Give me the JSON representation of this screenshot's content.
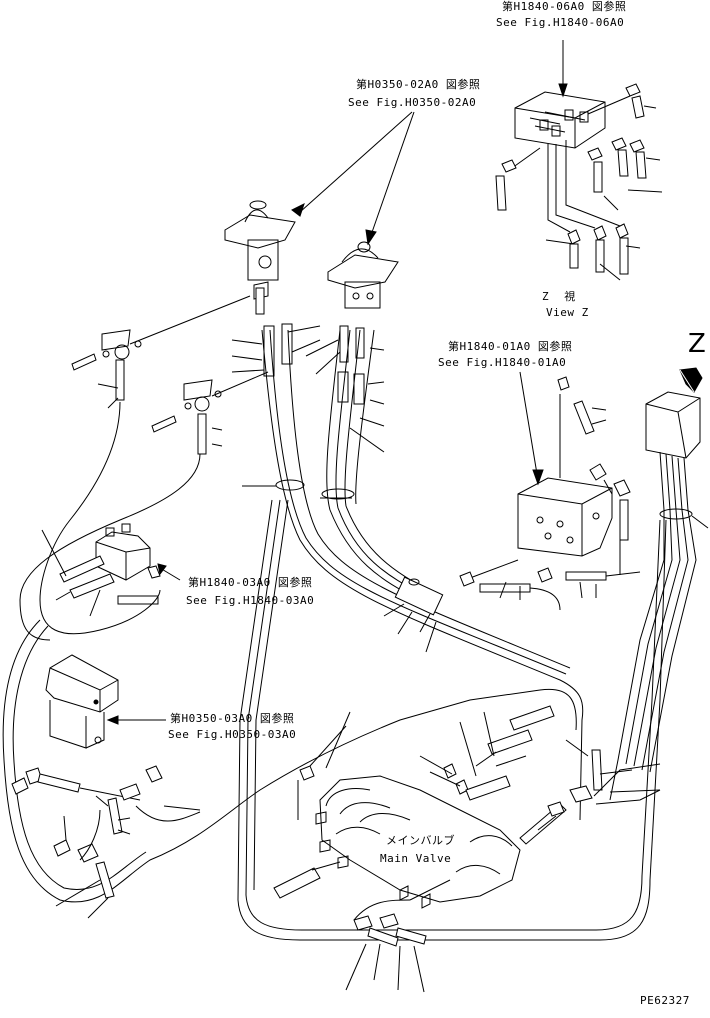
{
  "diagram": {
    "refs": [
      {
        "id": "ref-h1840-06a0",
        "jp": "第H1840-06A0 図参照",
        "en": "See Fig.H1840-06A0"
      },
      {
        "id": "ref-h0350-02a0",
        "jp": "第H0350-02A0 図参照",
        "en": "See Fig.H0350-02A0"
      },
      {
        "id": "ref-h1840-01a0",
        "jp": "第H1840-01A0 図参照",
        "en": "See Fig.H1840-01A0"
      },
      {
        "id": "ref-h1840-03a0",
        "jp": "第H1840-03A0 図参照",
        "en": "See Fig.H1840-03A0"
      },
      {
        "id": "ref-h0350-03a0",
        "jp": "第H0350-03A0 図参照",
        "en": "See Fig.H0350-03A0"
      }
    ],
    "view_z": {
      "jp": "Z 視",
      "en": "View Z"
    },
    "z_marker": "Z",
    "main_valve": {
      "jp": "メインバルブ",
      "en": "Main Valve"
    },
    "drawing_number": "PE62327"
  }
}
